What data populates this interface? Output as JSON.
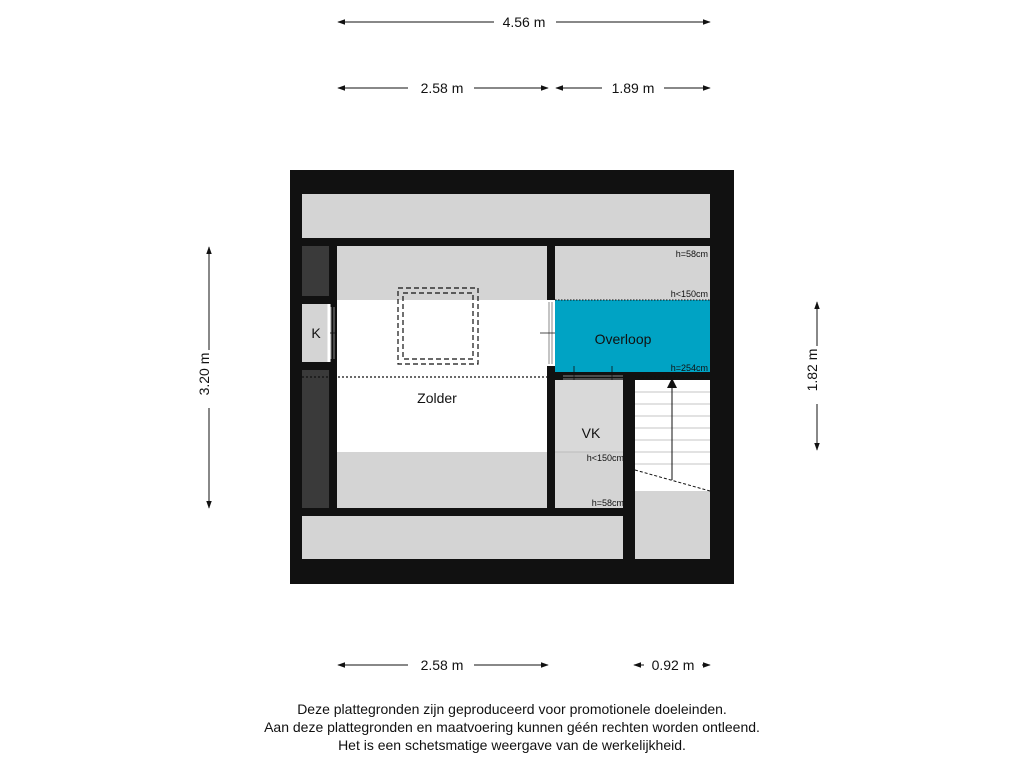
{
  "dimensions": {
    "top_total": "4.56 m",
    "top_left": "2.58 m",
    "top_right": "1.89 m",
    "bottom_left": "2.58 m",
    "bottom_right": "0.92 m",
    "left_height": "3.20 m",
    "right_height": "1.82 m"
  },
  "rooms": {
    "k": "K",
    "overloop": "Overloop",
    "zolder": "Zolder",
    "vk": "VK"
  },
  "heights": {
    "overloop_top": "h=58cm",
    "overloop_mid": "h<150cm",
    "overloop_bottom": "h=254cm",
    "vk_mid": "h<150cm",
    "vk_bottom": "h=58cm"
  },
  "colors": {
    "overloop": "#00a3c4",
    "wall": "#111111",
    "low_area": "#d4d4d4",
    "dark_storage": "#3a3a3a"
  },
  "disclaimer": [
    "Deze plattegronden zijn geproduceerd voor promotionele doeleinden.",
    "Aan deze plattegronden en maatvoering kunnen géén rechten worden ontleend.",
    "Het is een schetsmatige weergave van de werkelijkheid."
  ]
}
